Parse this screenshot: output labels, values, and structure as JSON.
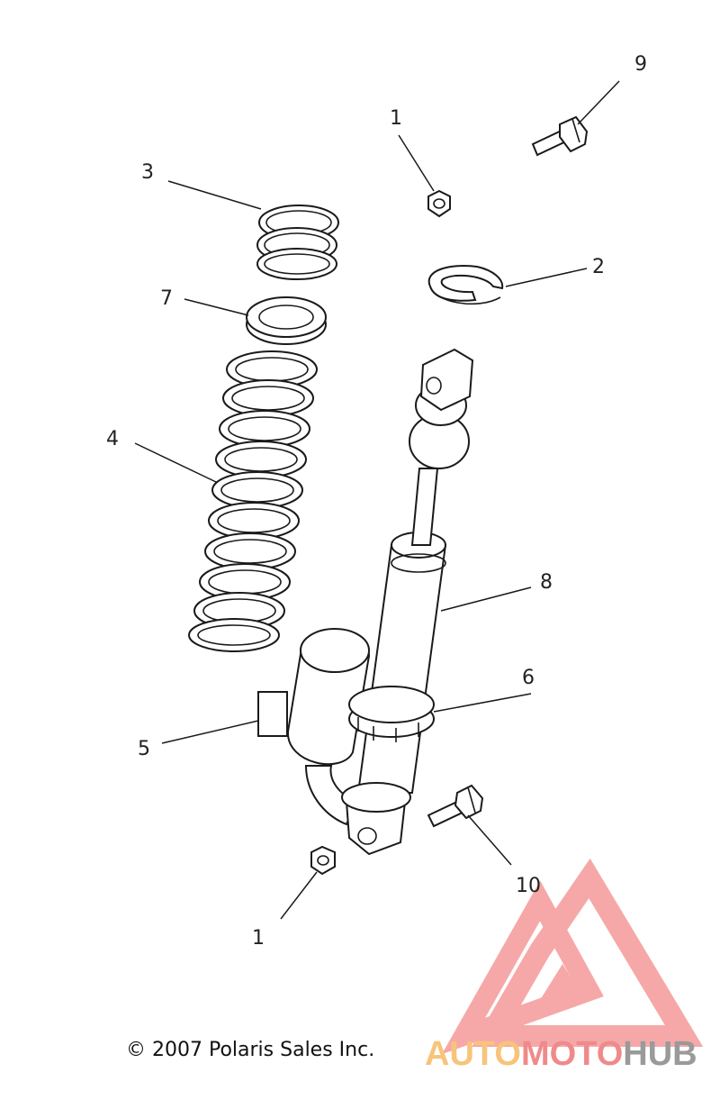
{
  "diagram": {
    "callouts": {
      "c1_top": "1",
      "c1_bottom": "1",
      "c2": "2",
      "c3": "3",
      "c4": "4",
      "c5": "5",
      "c6": "6",
      "c7": "7",
      "c8": "8",
      "c9": "9",
      "c10": "10"
    },
    "copyright": "© 2007 Polaris Sales Inc."
  },
  "watermark": {
    "word_auto": "AUTO",
    "word_moto": "MOTO",
    "word_hub": "HUB",
    "colors": {
      "auto": "#f7c47a",
      "moto": "#f08a8a",
      "hub": "#9a9a9a",
      "logo": "#f59a9a"
    }
  }
}
